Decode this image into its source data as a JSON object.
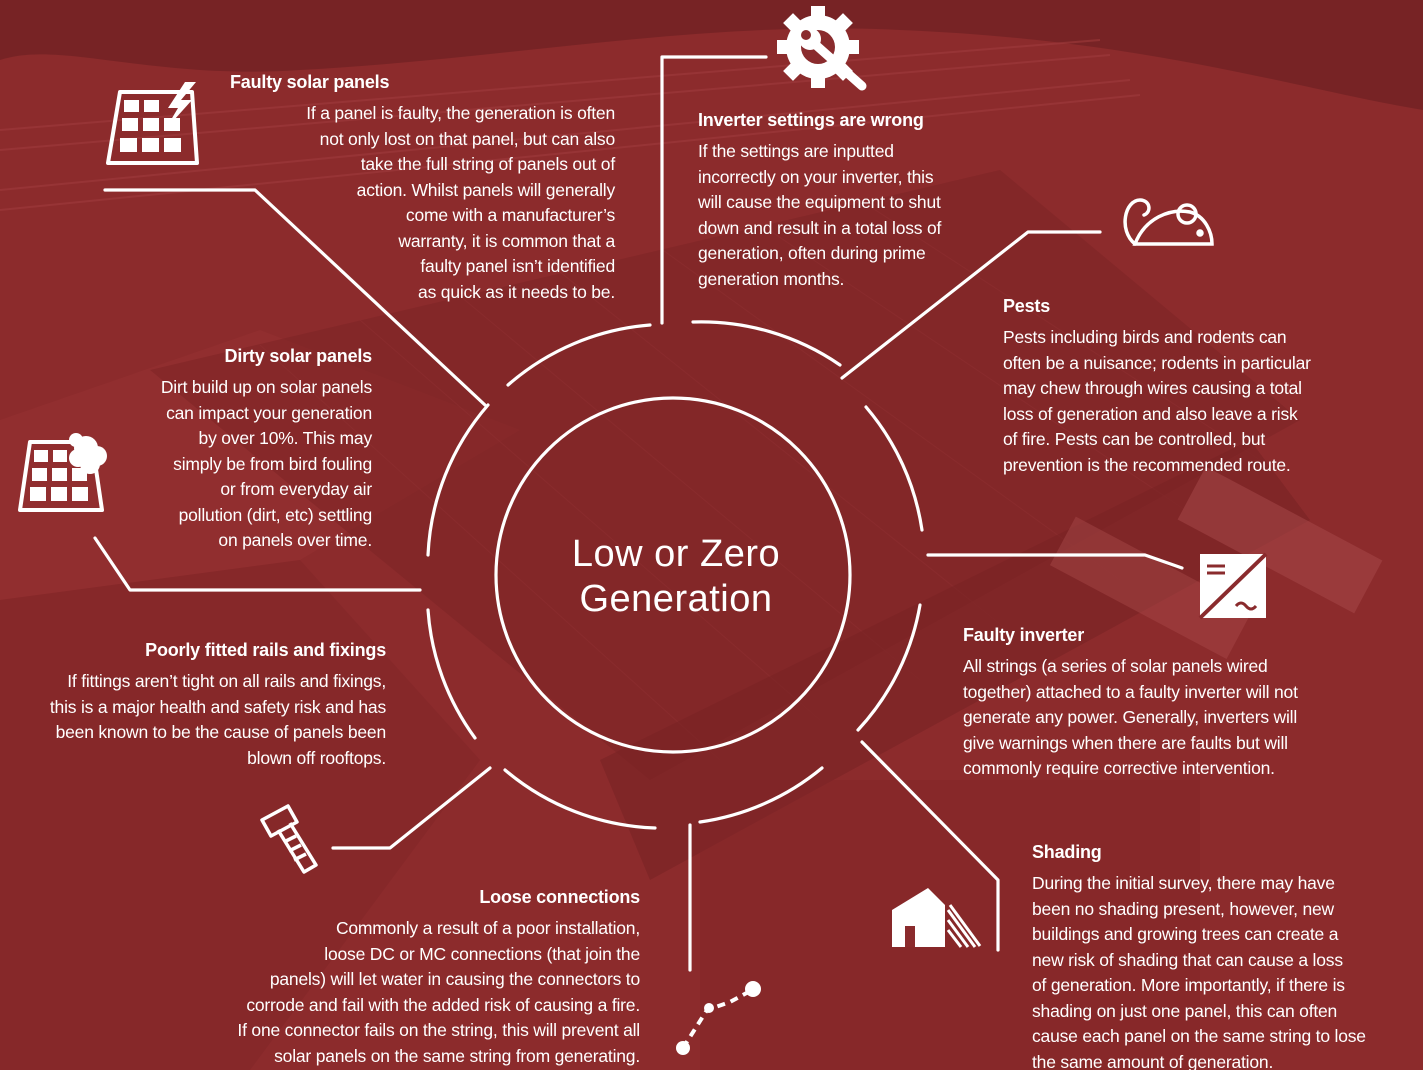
{
  "center": {
    "line1": "Low or Zero",
    "line2": "Generation"
  },
  "items": {
    "faulty_panels": {
      "title": "Faulty solar panels",
      "lines": [
        "If a panel is faulty, the generation is often",
        "not only lost on that panel, but can also",
        "take the full string of panels out of",
        "action. Whilst panels will generally",
        "come with a manufacturer’s",
        "warranty, it is common that a",
        "faulty panel isn’t identified",
        "as quick as it needs to be."
      ],
      "icon": "solar-panel-lightning-icon"
    },
    "inverter_settings": {
      "title": "Inverter settings are wrong",
      "lines": [
        "If the settings are inputted",
        "incorrectly on your inverter, this",
        "will cause the equipment to shut",
        "down and result in a total loss of",
        "generation, often during prime",
        "generation months."
      ],
      "icon": "gear-wrench-icon"
    },
    "pests": {
      "title": "Pests",
      "lines": [
        "Pests including birds and rodents can",
        "often be a nuisance; rodents in particular",
        "may chew through wires causing a total",
        "loss of generation and also leave a risk",
        "of fire. Pests can be controlled, but",
        "prevention is the recommended route."
      ],
      "icon": "mouse-icon"
    },
    "dirty_panels": {
      "title": "Dirty solar panels",
      "lines": [
        "Dirt build up on solar panels",
        "can impact your generation",
        "by over 10%. This may",
        "simply be from bird fouling",
        "or from everyday air",
        "pollution (dirt, etc) settling",
        "on panels over time."
      ],
      "icon": "solar-panel-dirt-icon"
    },
    "faulty_inverter": {
      "title": "Faulty inverter",
      "lines": [
        "All strings (a series of solar panels wired",
        "together) attached to a faulty inverter will not",
        "generate any power. Generally, inverters will",
        "give warnings when there are faults but will",
        "commonly require corrective intervention."
      ],
      "icon": "inverter-icon"
    },
    "rails": {
      "title": "Poorly fitted rails and fixings",
      "lines": [
        "If fittings aren’t tight on all rails and fixings,",
        "this is a major health and safety risk and has",
        "been known to be the cause of panels been",
        "blown off rooftops."
      ],
      "icon": "bolt-icon"
    },
    "shading": {
      "title": "Shading",
      "lines": [
        "During the initial survey, there may have",
        "been no shading present, however, new",
        "buildings and growing trees can create a",
        "new risk of shading that can cause a loss",
        "of generation. More importantly, if there is",
        "shading on just one panel, this can often",
        "cause each panel on the same string to lose",
        "the same amount of generation."
      ],
      "icon": "building-shade-icon"
    },
    "loose_connections": {
      "title": "Loose connections",
      "lines": [
        "Commonly a result of a poor installation,",
        "loose DC or MC connections (that join the",
        "panels) will let water in causing the connectors to",
        "corrode and fail with the added risk of causing a fire.",
        "If one connector fails on the string, this will prevent all",
        "solar panels on the same string from generating."
      ],
      "icon": "connection-icon"
    }
  },
  "colors": {
    "overlay": "#8e2a2c",
    "line": "#ffffff"
  }
}
